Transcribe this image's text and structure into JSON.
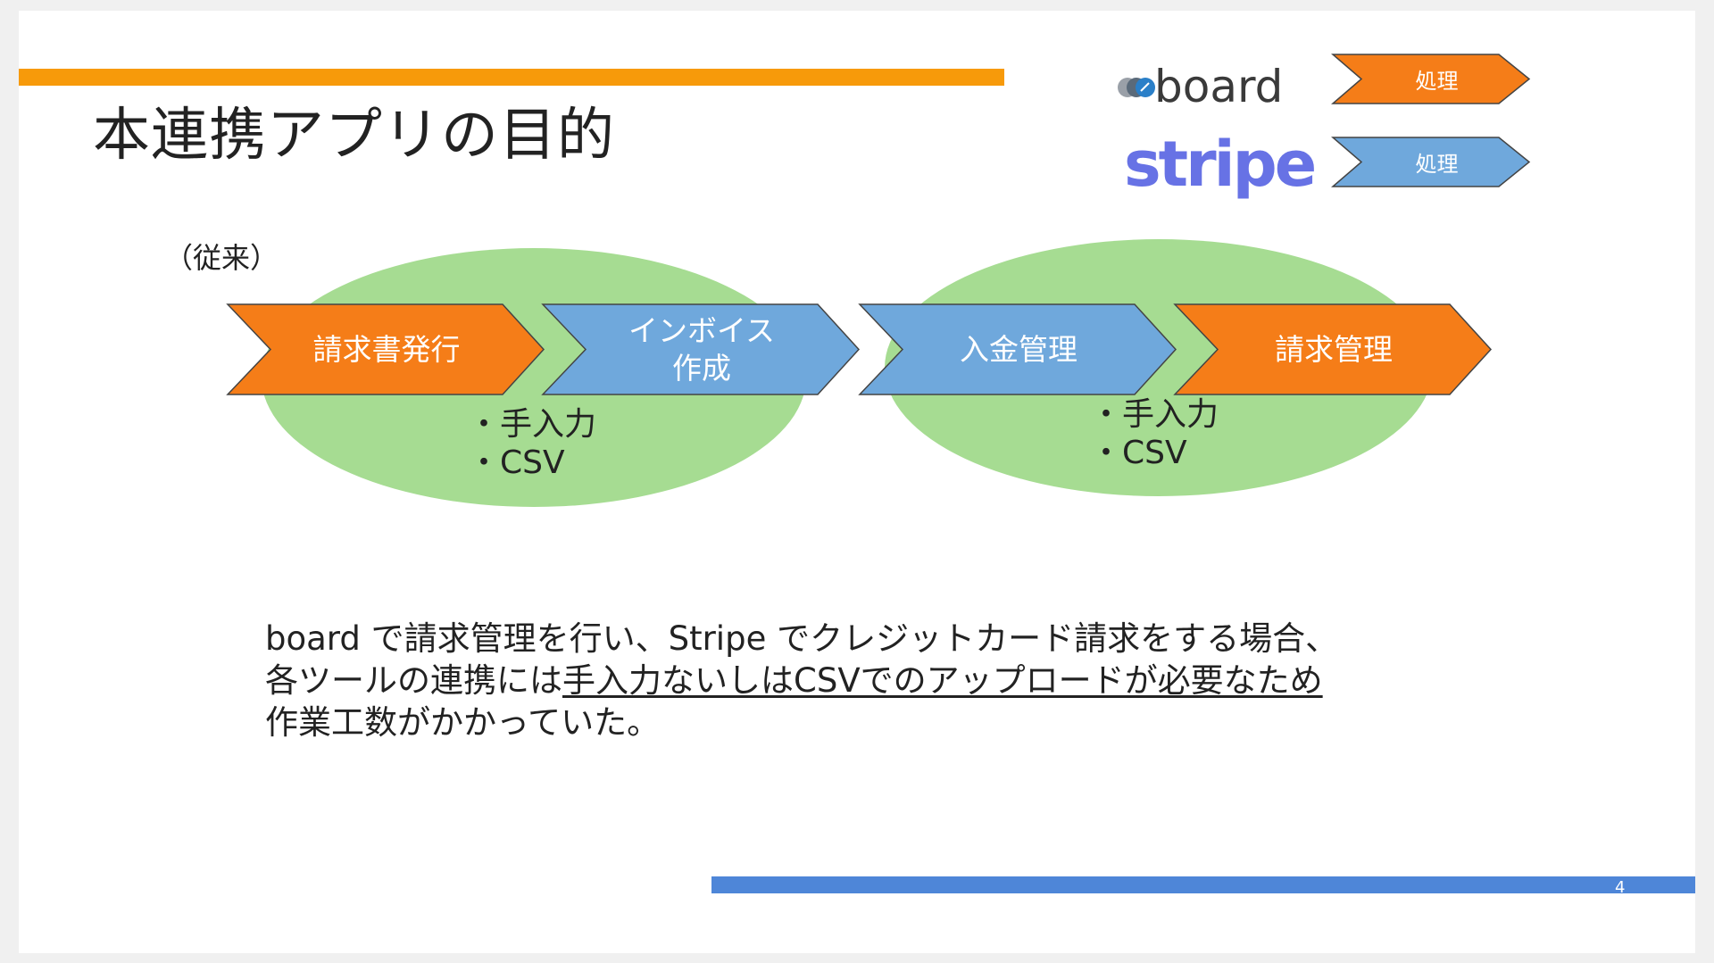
{
  "slide": {
    "title": "本連携アプリの目的",
    "page_number": "4"
  },
  "legend": {
    "board_logo_text": "board",
    "stripe_logo_text": "stripe",
    "board_arrow_label": "処理",
    "stripe_arrow_label": "処理",
    "board_color": "#f57d18",
    "stripe_color": "#6fa8dc"
  },
  "flow": {
    "history_label": "（従来）",
    "steps": [
      {
        "label": "請求書発行",
        "color": "#f57d18"
      },
      {
        "label": "インボイス\n作成",
        "color": "#6fa8dc"
      },
      {
        "label": "入金管理",
        "color": "#6fa8dc"
      },
      {
        "label": "請求管理",
        "color": "#f57d18"
      }
    ],
    "left_bullets": [
      "・手入力",
      "・CSV"
    ],
    "right_bullets": [
      "・手入力",
      "・CSV"
    ]
  },
  "description": {
    "line1": "board で請求管理を行い、Stripe でクレジットカード請求をする場合、",
    "line2_prefix": "各ツールの連携には",
    "line2_underlined": "手入力ないしはCSVでのアップロードが必要なため",
    "line3": "作業工数がかかっていた。"
  },
  "colors": {
    "top_bar": "#f79a0a",
    "bottom_bar": "#4e86d8",
    "ellipse": "#a6dc92"
  }
}
